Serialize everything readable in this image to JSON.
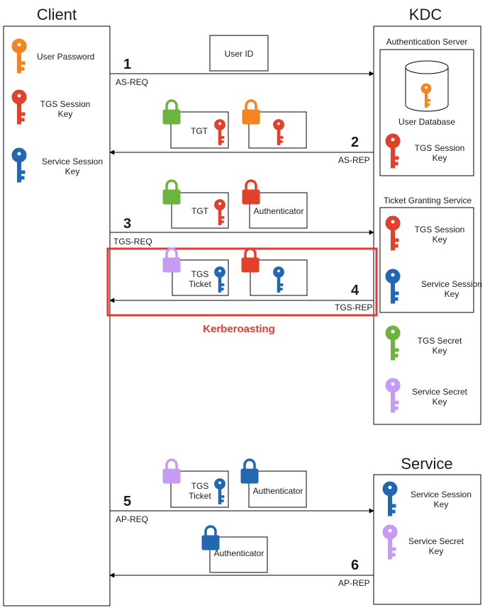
{
  "titles": {
    "client": "Client",
    "kdc": "KDC",
    "service": "Service"
  },
  "client": {
    "keys": [
      {
        "label": "User Password",
        "color": "#f5841f"
      },
      {
        "label": "TGS Session Key",
        "color": "#e04128"
      },
      {
        "label": "Service Session Key",
        "color": "#2167b1"
      }
    ]
  },
  "kdc": {
    "auth_server": {
      "title": "Authentication Server",
      "database": "User Database",
      "key": "TGS Session Key"
    },
    "tgs": {
      "title": "Ticket Granting Service",
      "keys": [
        "TGS Session Key",
        "Service Session Key"
      ]
    },
    "secret_keys": [
      "TGS Secret Key",
      "Service Secret Key"
    ]
  },
  "service": {
    "keys": [
      "Service Session Key",
      "Service Secret Key"
    ]
  },
  "messages": {
    "user_id": "User ID",
    "tgt": "TGT",
    "authenticator": "Authenticator",
    "tgs_ticket": "TGS Ticket"
  },
  "steps": [
    {
      "num": "1",
      "name": "AS-REQ"
    },
    {
      "num": "2",
      "name": "AS-REP"
    },
    {
      "num": "3",
      "name": "TGS-REQ"
    },
    {
      "num": "4",
      "name": "TGS-REP"
    },
    {
      "num": "5",
      "name": "AP-REQ"
    },
    {
      "num": "6",
      "name": "AP-REP"
    }
  ],
  "highlight": {
    "label": "Kerberoasting",
    "color": "#e53935"
  },
  "colors": {
    "orange": "#f5841f",
    "red": "#e04128",
    "blue": "#2167b1",
    "green": "#6cb33f",
    "purple": "#c59bf5"
  }
}
